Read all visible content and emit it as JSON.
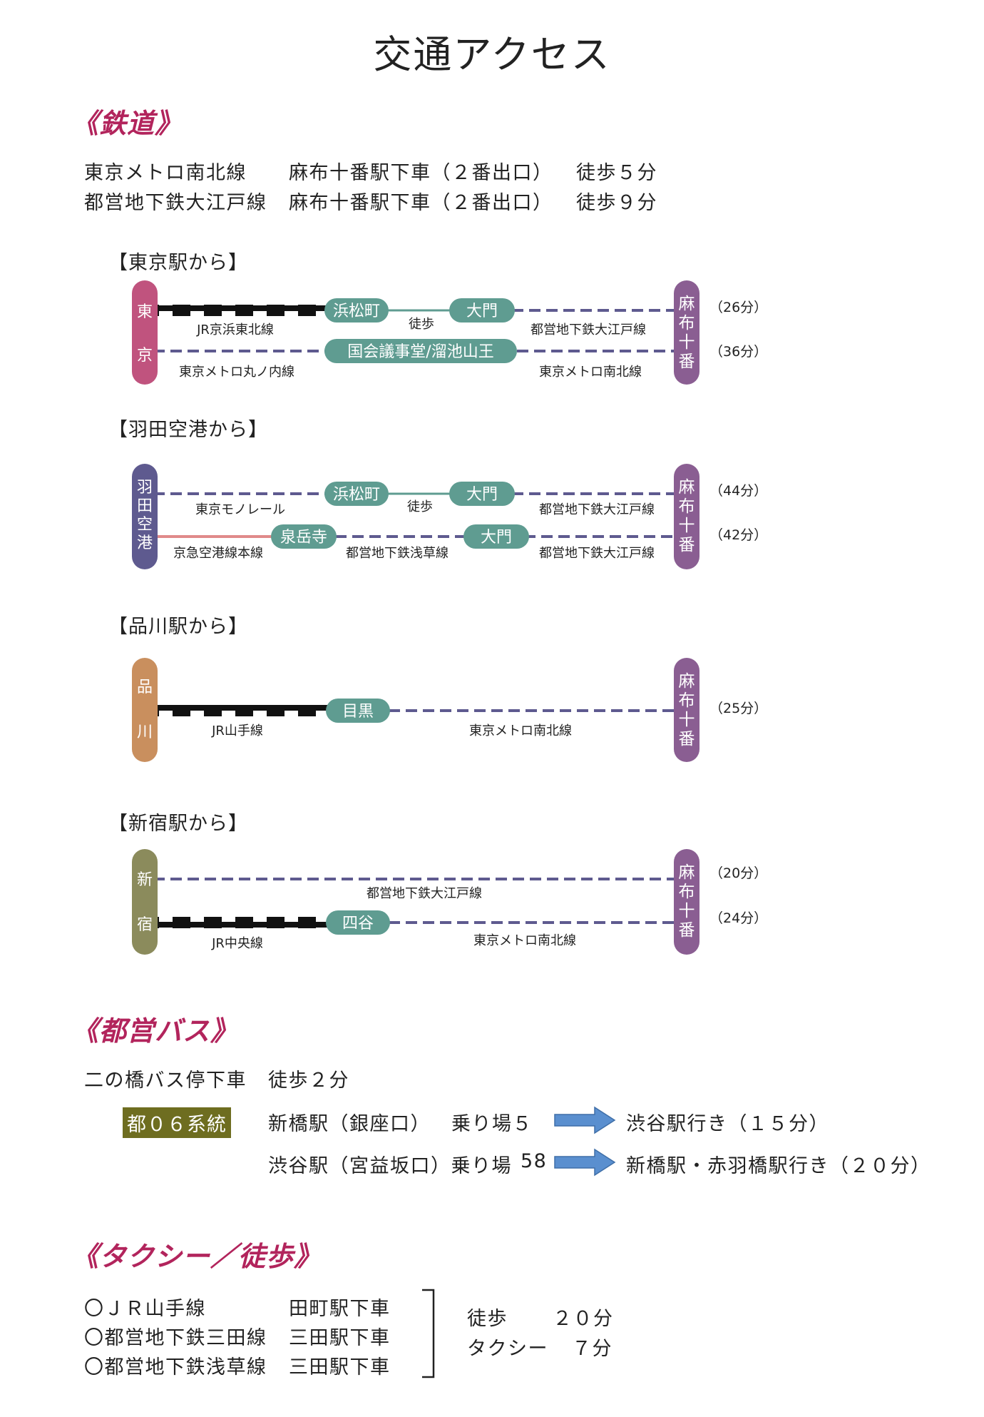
{
  "title": "交通アクセス",
  "rail": {
    "heading": "《鉄道》",
    "lines": [
      {
        "line": "東京メトロ南北線",
        "station": "麻布十番駅下車（２番出口）",
        "walk": "徒歩５分"
      },
      {
        "line": "都営地下鉄大江戸線",
        "station": "麻布十番駅下車（２番出口）",
        "walk": "徒歩９分"
      }
    ]
  },
  "routes": {
    "tokyo": {
      "heading": "【東京駅から】",
      "origin": [
        "東",
        "京"
      ],
      "dest": [
        "麻",
        "布",
        "十",
        "番"
      ],
      "jr_line": "JR京浜東北線",
      "stop_hamamatsucho": "浜松町",
      "walk": "徒歩",
      "stop_daimon": "大門",
      "oedo": "都営地下鉄大江戸線",
      "stop_kokkai": "国会議事堂/溜池山王",
      "marunouchi": "東京メトロ丸ノ内線",
      "namboku": "東京メトロ南北線",
      "time1": "（26分）",
      "time2": "（36分）"
    },
    "haneda": {
      "heading": "【羽田空港から】",
      "origin": [
        "羽",
        "田",
        "空",
        "港"
      ],
      "dest": [
        "麻",
        "布",
        "十",
        "番"
      ],
      "monorail": "東京モノレール",
      "stop_hamamatsucho": "浜松町",
      "walk": "徒歩",
      "stop_daimon": "大門",
      "oedo1": "都営地下鉄大江戸線",
      "keikyu": "京急空港線本線",
      "stop_sengakuji": "泉岳寺",
      "asakusa": "都営地下鉄浅草線",
      "stop_daimon2": "大門",
      "oedo2": "都営地下鉄大江戸線",
      "time1": "（44分）",
      "time2": "（42分）"
    },
    "shinagawa": {
      "heading": "【品川駅から】",
      "origin": [
        "品",
        "川"
      ],
      "dest": [
        "麻",
        "布",
        "十",
        "番"
      ],
      "jr_line": "JR山手線",
      "stop_meguro": "目黒",
      "namboku": "東京メトロ南北線",
      "time1": "（25分）"
    },
    "shinjuku": {
      "heading": "【新宿駅から】",
      "origin": [
        "新",
        "宿"
      ],
      "dest": [
        "麻",
        "布",
        "十",
        "番"
      ],
      "oedo": "都営地下鉄大江戸線",
      "jr_line": "JR中央線",
      "stop_yotsuya": "四谷",
      "namboku": "東京メトロ南北線",
      "time1": "（20分）",
      "time2": "（24分）"
    }
  },
  "bus": {
    "heading": "《都営バス》",
    "stop": "二の橋バス停下車",
    "walk": "徒歩２分",
    "system": "都０６系統",
    "rows": [
      {
        "from": "新橋駅（銀座口）",
        "platform": "乗り場５",
        "to": "渋谷駅行き（１５分）"
      },
      {
        "from": "渋谷駅（宮益坂口）乗り場",
        "platform": "58",
        "to": "新橋駅・赤羽橋駅行き（２０分）"
      }
    ]
  },
  "taxi": {
    "heading": "《タクシー／徒歩》",
    "rows": [
      {
        "line": "〇ＪＲ山手線",
        "station": "田町駅下車"
      },
      {
        "line": "〇都営地下鉄三田線",
        "station": "三田駅下車"
      },
      {
        "line": "〇都営地下鉄浅草線",
        "station": "三田駅下車"
      }
    ],
    "walk_label": "徒歩",
    "walk_time": "２０分",
    "taxi_label": "タクシー",
    "taxi_time": "７分"
  },
  "colors": {
    "heading": "#b2245c",
    "tokyo_badge": "#c0537e",
    "haneda_badge": "#5e5a8f",
    "shinagawa_badge": "#c98f5e",
    "shinjuku_badge": "#8b8b5c",
    "azabu_badge": "#8a5e92",
    "stop_badge": "#5f9c91",
    "subway_dash": "#5e5a8f",
    "keikyu_line": "#e08a8a",
    "bus_badge": "#6e6d20",
    "arrow": "#5a8fcf"
  }
}
